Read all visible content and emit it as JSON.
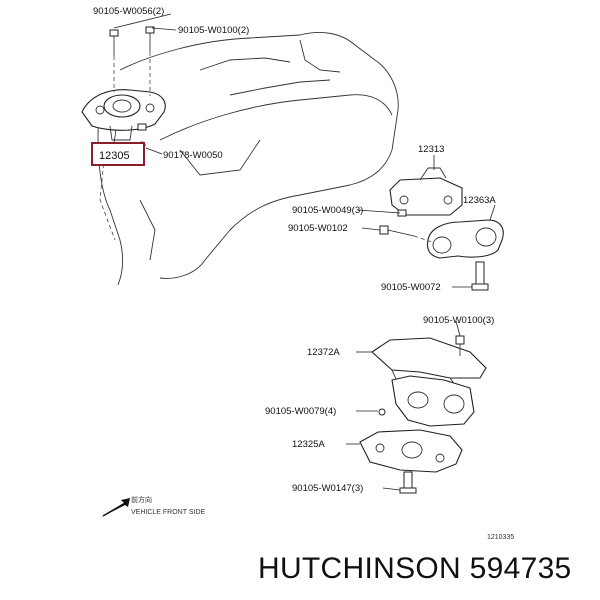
{
  "labels": {
    "bolt_top_left": "90105-W0056(2)",
    "bolt_top_mid": "90105-W0100(2)",
    "part_main": "12305",
    "nut_main": "90178-W0050",
    "part_right_top": "12313",
    "part_right_mount": "12363A",
    "bolt_r1": "90105-W0049(3)",
    "bolt_r2": "90105-W0102",
    "bolt_r3": "90105-W0072",
    "bolt_r4": "90105-W0100(3)",
    "part_bracket": "12372A",
    "bolt_r5": "90105-W0079(4)",
    "part_lower": "12325A",
    "bolt_r6": "90105-W0147(3)",
    "front_jp": "前方向",
    "front_en": "VEHICLE FRONT SIDE",
    "figure_code": "1210335"
  },
  "caption": "HUTCHINSON 594735",
  "colors": {
    "highlight": "#8a1c2b",
    "ink": "#222222"
  }
}
